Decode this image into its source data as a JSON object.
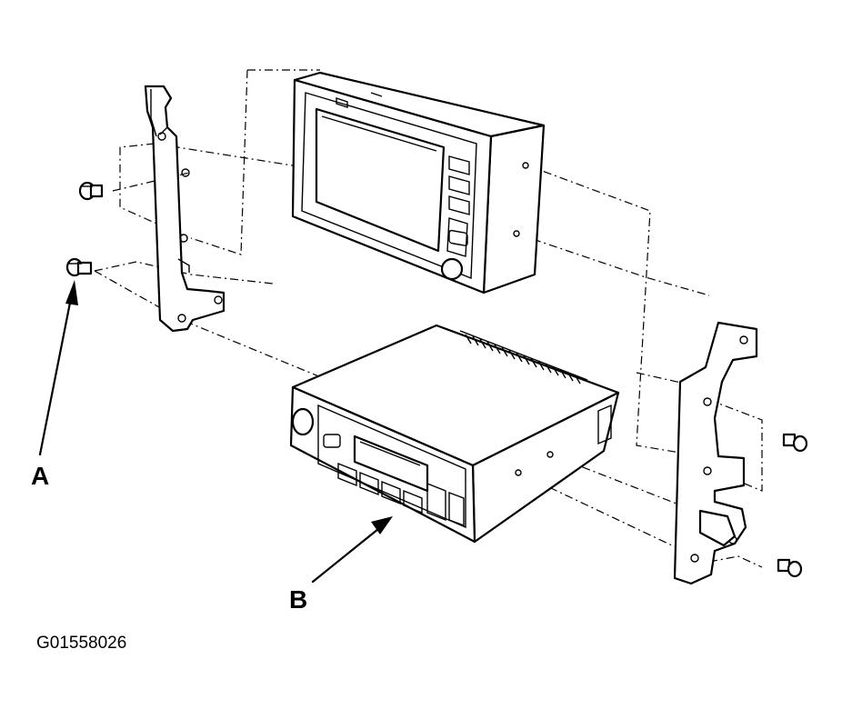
{
  "callouts": {
    "a": "A",
    "b": "B"
  },
  "figure_id": "G01558026",
  "colors": {
    "ink": "#000000",
    "paper": "#ffffff"
  }
}
